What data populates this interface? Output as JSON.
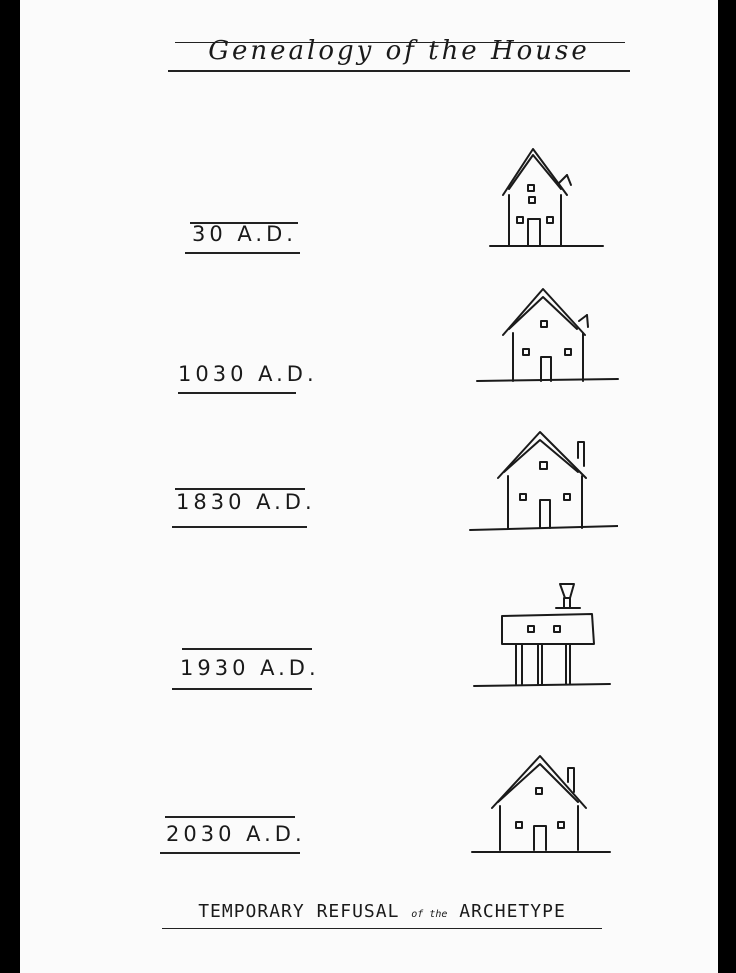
{
  "title": "Genealogy of the House",
  "entries": [
    {
      "date": "30 A.D.",
      "house": "gabled-house-icon"
    },
    {
      "date": "1030 A.D.",
      "house": "gabled-house-icon"
    },
    {
      "date": "1830 A.D.",
      "house": "gabled-house-chimney-icon"
    },
    {
      "date": "1930 A.D.",
      "house": "modernist-stilt-house-icon"
    },
    {
      "date": "2030 A.D.",
      "house": "gabled-house-chimney-icon"
    }
  ],
  "caption": {
    "part1": "TEMPORARY REFUSAL",
    "part2": "of the",
    "part3": "ARCHETYPE"
  }
}
